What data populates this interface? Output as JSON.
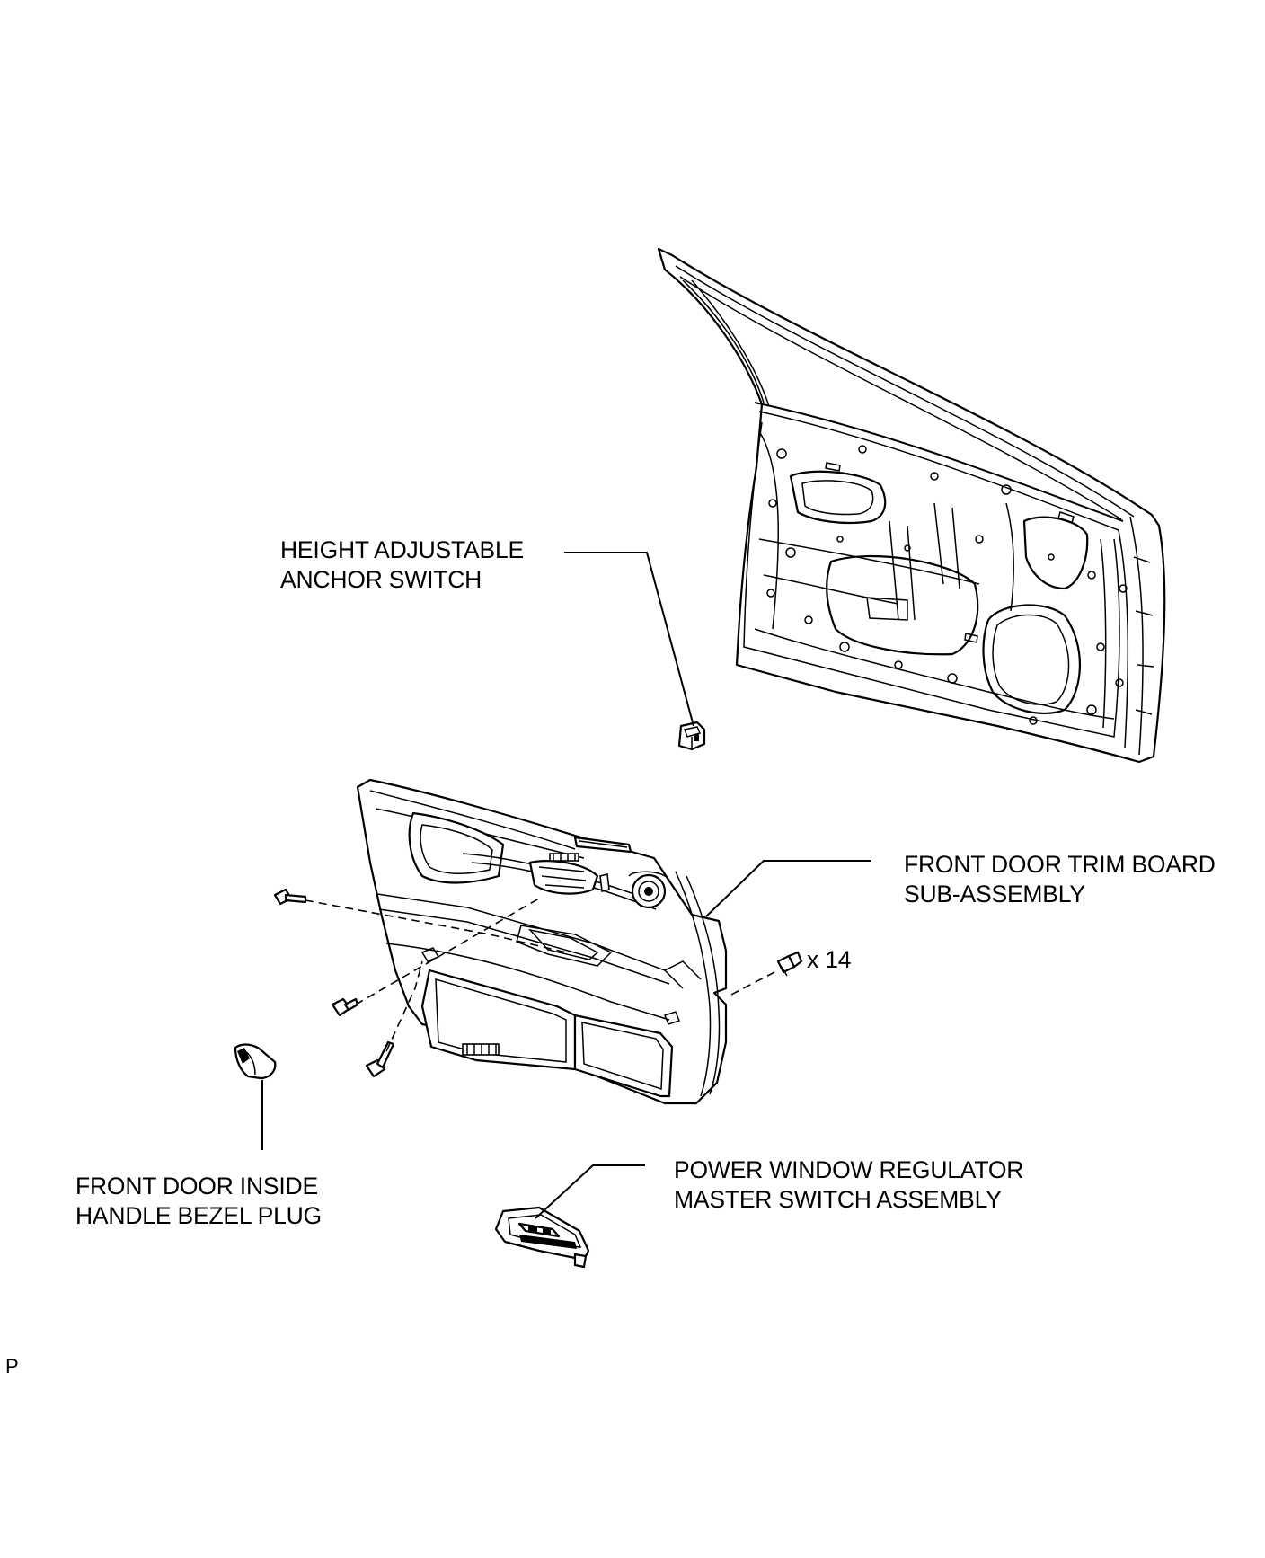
{
  "labels": {
    "height_adjustable_anchor_switch": [
      "HEIGHT ADJUSTABLE",
      "ANCHOR SWITCH"
    ],
    "front_door_trim_board": [
      "FRONT DOOR TRIM BOARD",
      "SUB-ASSEMBLY"
    ],
    "clip_quantity": "x 14",
    "front_door_inside_handle_bezel_plug": [
      "FRONT DOOR INSIDE",
      "HANDLE BEZEL PLUG"
    ],
    "power_window_master_switch": [
      "POWER WINDOW REGULATOR",
      "MASTER SWITCH ASSEMBLY"
    ],
    "corner_mark": "P"
  }
}
